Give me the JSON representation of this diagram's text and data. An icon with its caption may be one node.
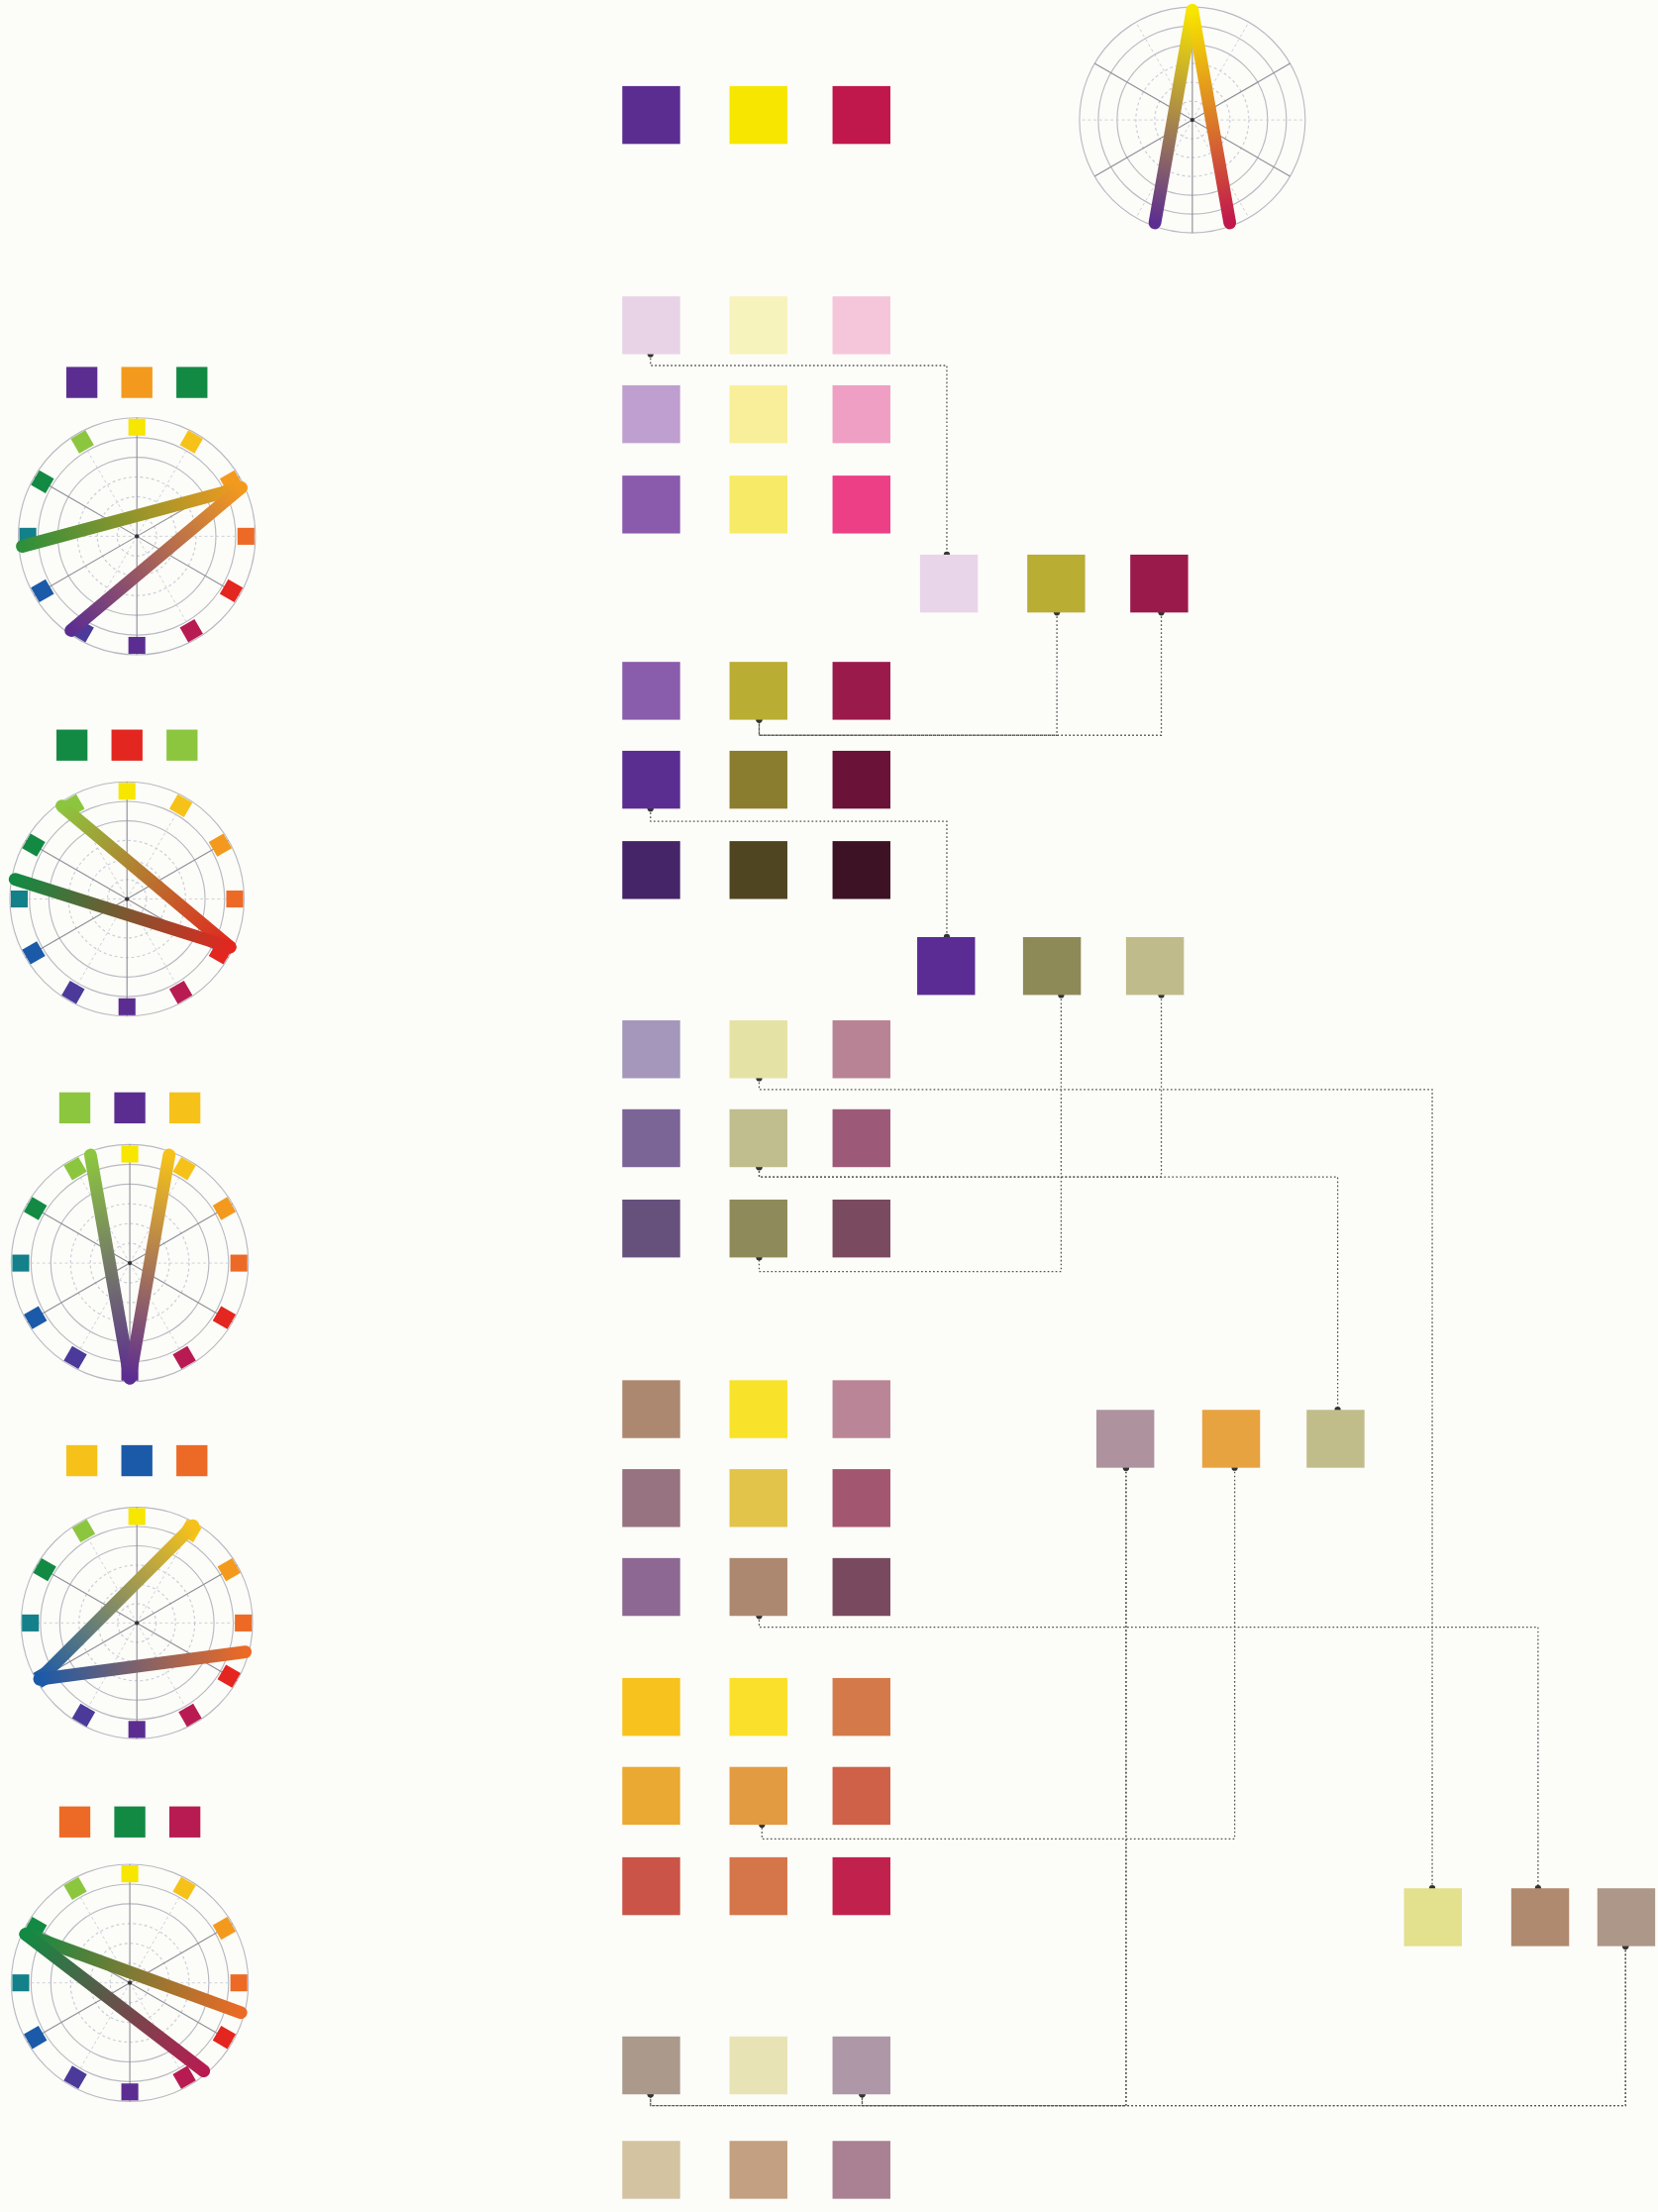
{
  "diagram": {
    "nodes": [
      {
        "text": [],
        "shape": "box"
      },
      {
        "text": [],
        "shape": "box"
      },
      {
        "text": [],
        "shape": "box"
      },
      {
        "text": [],
        "shape": "box"
      },
      {
        "text": [],
        "shape": "box"
      },
      {
        "text": [],
        "shape": "box"
      },
      {
        "text": [],
        "shape": "box"
      },
      {
        "text": [],
        "shape": "box"
      },
      {
        "text": [],
        "shape": "box"
      },
      {
        "text": [],
        "shape": "box"
      },
      {
        "text": [],
        "shape": "box"
      },
      {
        "text": [],
        "shape": "box"
      },
      {
        "text": [],
        "shape": "box"
      },
      {
        "text": [],
        "shape": "box"
      },
      {
        "text": [],
        "shape": "box"
      },
      {
        "text": [],
        "shape": "box"
      },
      {
        "text": [],
        "shape": "box"
      },
      {
        "text": [],
        "shape": "box"
      },
      {
        "text": [],
        "shape": "box"
      },
      {
        "text": [],
        "shape": "box"
      },
      {
        "text": [],
        "shape": "box"
      },
      {
        "text": [],
        "shape": "box"
      },
      {
        "text": [],
        "shape": "box"
      },
      {
        "text": [],
        "shape": "box"
      },
      {
        "text": [],
        "shape": "box"
      },
      {
        "text": [],
        "shape": "box"
      },
      {
        "text": [],
        "shape": "box"
      },
      {
        "text": [],
        "shape": "box"
      },
      {
        "text": [],
        "shape": "box"
      },
      {
        "text": [],
        "shape": "box"
      },
      {
        "text": [],
        "shape": "box"
      },
      {
        "text": [],
        "shape": "box"
      },
      {
        "text": [],
        "shape": "box"
      },
      {
        "text": [],
        "shape": "box"
      },
      {
        "text": [],
        "shape": "box"
      },
      {
        "text": [],
        "shape": "box"
      },
      {
        "text": [],
        "shape": "box"
      },
      {
        "text": [],
        "shape": "box"
      },
      {
        "text": [],
        "shape": "box"
      },
      {
        "text": [],
        "shape": "box"
      },
      {
        "text": [],
        "shape": "box"
      },
      {
        "text": [],
        "shape": "box"
      },
      {
        "text": [],
        "shape": "box"
      },
      {
        "text": [],
        "shape": "box"
      },
      {
        "text": [],
        "shape": "box"
      },
      {
        "text": [],
        "shape": "box"
      },
      {
        "text": [],
        "shape": "box"
      },
      {
        "text": [],
        "shape": "box"
      },
      {
        "text": [],
        "shape": "box"
      },
      {
        "text": [],
        "shape": "box"
      },
      {
        "text": [],
        "shape": "box"
      },
      {
        "text": [],
        "shape": "box"
      },
      {
        "text": [],
        "shape": "box"
      },
      {
        "text": [],
        "shape": "box"
      },
      {
        "text": [],
        "shape": "box"
      },
      {
        "text": [],
        "shape": "box"
      },
      {
        "text": [],
        "shape": "box"
      },
      {
        "text": [],
        "shape": "box"
      },
      {
        "text": [],
        "shape": "box"
      },
      {
        "text": [],
        "shape": "box"
      },
      {
        "text": [],
        "shape": "box"
      },
      {
        "text": [],
        "shape": "box"
      },
      {
        "text": [],
        "shape": "box"
      },
      {
        "text": [],
        "shape": "box"
      },
      {
        "text": [],
        "shape": "box"
      },
      {
        "text": [],
        "shape": "box"
      }
    ],
    "edges": [
      {
        "from": 3,
        "to": 12,
        "arrow": "other"
      },
      {
        "from": 13,
        "to": 16,
        "arrow": "other"
      },
      {
        "from": 14,
        "to": 16,
        "arrow": "other"
      },
      {
        "from": 18,
        "to": 24,
        "arrow": "other"
      },
      {
        "from": 25,
        "to": 34,
        "arrow": "other"
      },
      {
        "from": 26,
        "to": 31,
        "arrow": "other"
      },
      {
        "from": 31,
        "to": 41,
        "arrow": "other"
      },
      {
        "from": 28,
        "to": 57,
        "arrow": "other"
      },
      {
        "from": 46,
        "to": 58,
        "arrow": "other"
      },
      {
        "from": 40,
        "to": 52,
        "arrow": "other"
      },
      {
        "from": 39,
        "to": 60,
        "arrow": "other"
      },
      {
        "from": 39,
        "to": 62,
        "arrow": "other"
      },
      {
        "from": 59,
        "to": 60,
        "arrow": "other"
      },
      {
        "from": 59,
        "to": 62,
        "arrow": "other"
      }
    ]
  }
}
